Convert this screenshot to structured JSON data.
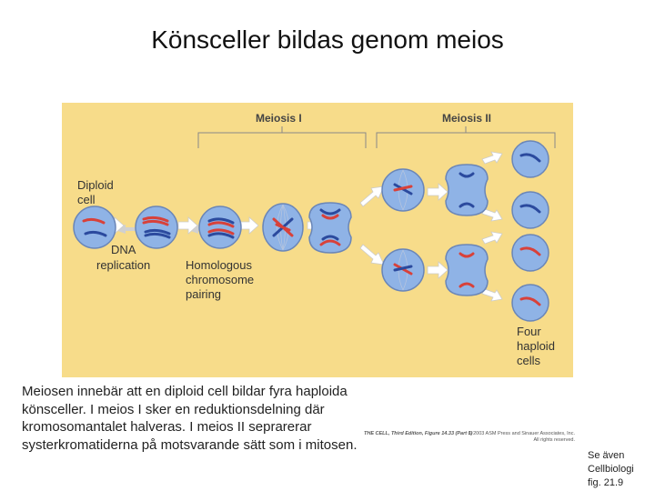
{
  "title": "Könsceller bildas genom meios",
  "figure": {
    "header_meiosis1": "Meiosis I",
    "header_meiosis2": "Meiosis II",
    "label_diploid": [
      "Diploid",
      "cell"
    ],
    "label_dna": [
      "DNA",
      "replication"
    ],
    "label_homologous": [
      "Homologous",
      "chromosome",
      "pairing"
    ],
    "label_haploid": [
      "Four",
      "haploid",
      "cells"
    ],
    "colors": {
      "background": "#f7dc8a",
      "cell_fill": "#8fb3e6",
      "chromosome_red": "#d8413a",
      "chromosome_blue": "#2b4a9e"
    }
  },
  "caption": "Meiosen innebär att en diploid cell bildar fyra haploida könsceller. I meios I sker en reduktionsdelning där kromosomantalet halveras. I meios II seprarerar systerkromatiderna på motsvarande sätt som i mitosen.",
  "credit": {
    "source": "THE CELL, Third Edition, Figure 14.33 (Part 1)",
    "rights1": "© 2003 ASM Press and Sinauer Associates, Inc.",
    "rights2": "All rights reserved."
  },
  "see_also": [
    "Se även",
    "Cellbiologi",
    "fig. 21.9"
  ]
}
